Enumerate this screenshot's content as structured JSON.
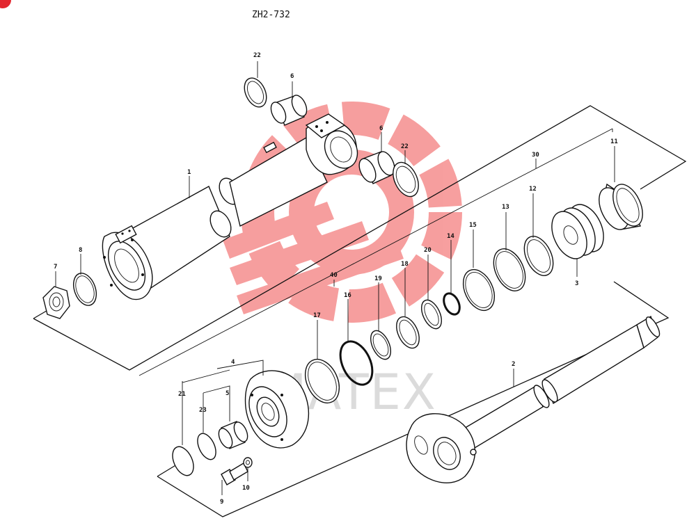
{
  "title": "ZH2-732",
  "watermark": {
    "text": "MATEX",
    "color": "#f05050"
  },
  "badge_color": "#e3262e",
  "callouts": {
    "c1": "1",
    "c2": "2",
    "c3": "3",
    "c4": "4",
    "c5": "5",
    "c6a": "6",
    "c6b": "6",
    "c7": "7",
    "c8": "8",
    "c9": "9",
    "c10": "10",
    "c11": "11",
    "c12": "12",
    "c13": "13",
    "c14": "14",
    "c15": "15",
    "c16": "16",
    "c17": "17",
    "c18": "18",
    "c19": "19",
    "c20": "20",
    "c21": "21",
    "c22a": "22",
    "c22b": "22",
    "c23": "23",
    "c30": "30",
    "c40": "40"
  }
}
